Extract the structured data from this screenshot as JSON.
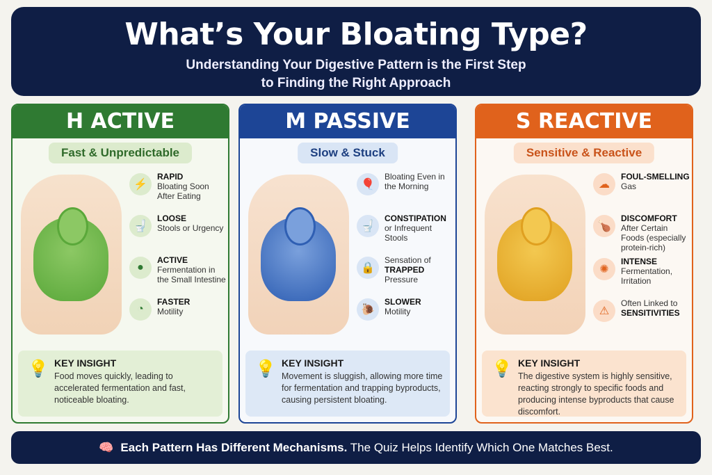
{
  "header": {
    "title": "What’s Your Bloating Type?",
    "subtitle_line1": "Understanding Your Digestive Pattern is the First Step",
    "subtitle_line2": "to Finding the Right Approach"
  },
  "panels": [
    {
      "title": "H ACTIVE",
      "subtitle": "Fast & Unpredictable",
      "color": "#2f7a32",
      "bg": "#f5f8ef",
      "items": [
        {
          "icon": "⚡",
          "pre": "",
          "bold": "RAPID",
          "post": "Bloating Soon After Eating"
        },
        {
          "icon": "🚽",
          "pre": "",
          "bold": "LOOSE",
          "post": "Stools or Urgency"
        },
        {
          "icon": "●",
          "pre": "",
          "bold": "ACTIVE",
          "post": "Fermentation in the Small Intestine"
        },
        {
          "icon": "◔",
          "pre": "",
          "bold": "FASTER",
          "post": "Motility"
        }
      ],
      "key_title": "KEY INSIGHT",
      "key_text": "Food moves quickly, leading to accelerated fermentation and fast, noticeable bloating."
    },
    {
      "title": "M PASSIVE",
      "subtitle": "Slow & Stuck",
      "color": "#1d4596",
      "bg": "#f7f9fc",
      "items": [
        {
          "icon": "🎈",
          "pre": "Bloating Even in the Morning",
          "bold": "",
          "post": ""
        },
        {
          "icon": "🚽",
          "pre": "",
          "bold": "CONSTIPATION",
          "post": "or Infrequent Stools"
        },
        {
          "icon": "🔒",
          "pre": "Sensation of",
          "bold": "TRAPPED",
          "post": "Pressure"
        },
        {
          "icon": "🐌",
          "pre": "",
          "bold": "SLOWER",
          "post": "Motility"
        }
      ],
      "key_title": "KEY INSIGHT",
      "key_text": "Movement is sluggish, allowing more time for fermentation and trapping byproducts, causing persistent bloating."
    },
    {
      "title": "S REACTIVE",
      "subtitle": "Sensitive & Reactive",
      "color": "#e0621c",
      "bg": "#fcf8f3",
      "items": [
        {
          "icon": "☁",
          "pre": "",
          "bold": "FOUL-SMELLING",
          "post": "Gas"
        },
        {
          "icon": "🍗",
          "pre": "",
          "bold": "DISCOMFORT",
          "post": "After Certain Foods (especially protein-rich)"
        },
        {
          "icon": "✺",
          "pre": "",
          "bold": "INTENSE",
          "post": "Fermentation, Irritation"
        },
        {
          "icon": "⚠",
          "pre": "Often Linked to",
          "bold": "SENSITIVITIES",
          "post": ""
        }
      ],
      "key_title": "KEY INSIGHT",
      "key_text": "The digestive system is highly sensitive, reacting strongly to specific foods and producing intense byproducts that cause discomfort."
    }
  ],
  "footer": {
    "bold": "Each Pattern Has Different Mechanisms.",
    "rest": "The Quiz Helps Identify Which One Matches Best."
  }
}
